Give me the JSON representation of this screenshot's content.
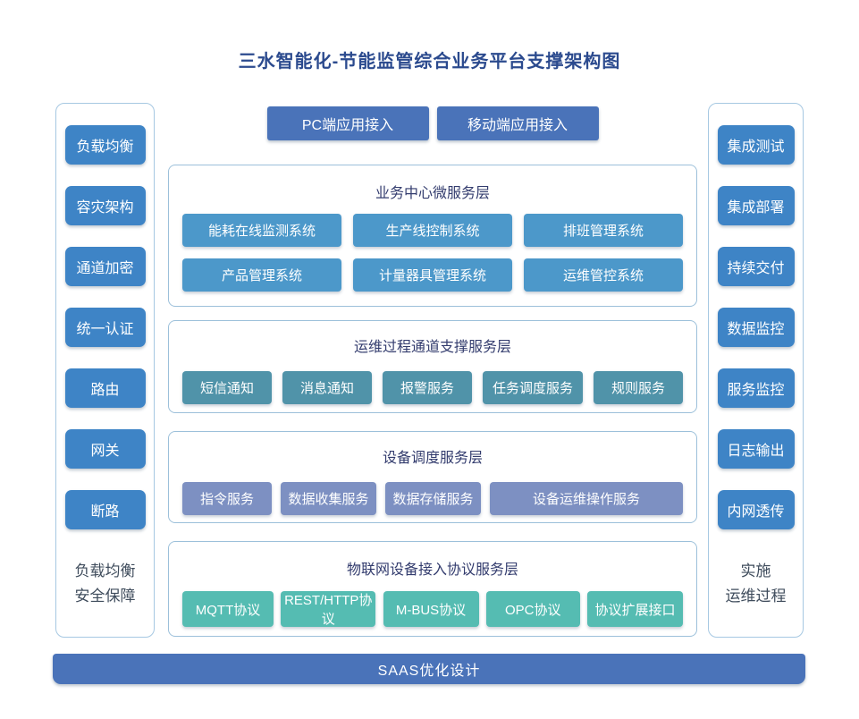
{
  "title": "三水智能化-节能监管综合业务平台支撑架构图",
  "colors": {
    "title_text": "#2b4a8e",
    "top_button_bg": "#4a73b9",
    "pillar_box_bg": "#3e84c6",
    "layer1_box_bg": "#4c98ca",
    "layer2_box_bg": "#5093a9",
    "layer3_box_bg": "#7d90c2",
    "layer4_box_bg": "#55bcb2",
    "bottom_bar_bg": "#4a73b9",
    "section_border": "#9cc0da",
    "header_text": "#333c6e",
    "caption_text": "#3f4c5c"
  },
  "top_buttons": {
    "pc": "PC端应用接入",
    "mobile": "移动端应用接入"
  },
  "left_pillar": {
    "items": [
      "负载均衡",
      "容灾架构",
      "通道加密",
      "统一认证",
      "路由",
      "网关",
      "断路"
    ],
    "caption_line1": "负载均衡",
    "caption_line2": "安全保障"
  },
  "right_pillar": {
    "items": [
      "集成测试",
      "集成部署",
      "持续交付",
      "数据监控",
      "服务监控",
      "日志输出",
      "内网透传"
    ],
    "caption_line1": "实施",
    "caption_line2": "运维过程"
  },
  "sections": [
    {
      "header": "业务中心微服务层",
      "rows": [
        [
          "能耗在线监测系统",
          "生产线控制系统",
          "排班管理系统"
        ],
        [
          "产品管理系统",
          "计量器具管理系统",
          "运维管控系统"
        ]
      ]
    },
    {
      "header": "运维过程通道支撑服务层",
      "rows": [
        [
          "短信通知",
          "消息通知",
          "报警服务",
          "任务调度服务",
          "规则服务"
        ]
      ]
    },
    {
      "header": "设备调度服务层",
      "rows": [
        [
          "指令服务",
          "数据收集服务",
          "数据存储服务",
          "设备运维操作服务"
        ]
      ]
    },
    {
      "header": "物联网设备接入协议服务层",
      "rows": [
        [
          "MQTT协议",
          "REST/HTTP协议",
          "M-BUS协议",
          "OPC协议",
          "协议扩展接口"
        ]
      ]
    }
  ],
  "bottom_bar": {
    "label": "SAAS优化设计"
  }
}
